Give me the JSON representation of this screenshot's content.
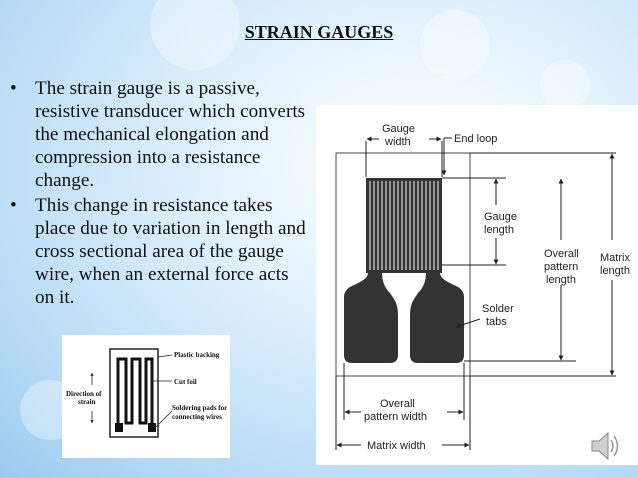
{
  "slide": {
    "title": "STRAIN GAUGES",
    "bullets": [
      "The strain gauge is a passive, resistive transducer which converts the mechanical elongation and compression into a resistance change.",
      "This change in resistance takes place due to variation in length and cross sectional area of the gauge wire, when an external force acts on it."
    ],
    "bullet_glyph": "•"
  },
  "main_figure": {
    "labels": {
      "gauge_width_1": "Gauge",
      "gauge_width_2": "width",
      "end_loop": "End loop",
      "gauge_length_1": "Gauge",
      "gauge_length_2": "length",
      "overall_pattern_length_1": "Overall",
      "overall_pattern_length_2": "pattern",
      "overall_pattern_length_3": "length",
      "matrix_length_1": "Matrix",
      "matrix_length_2": "length",
      "solder_tabs_1": "Solder",
      "solder_tabs_2": "tabs",
      "overall_pattern_width_1": "Overall",
      "overall_pattern_width_2": "pattern width",
      "matrix_width": "Matrix width"
    }
  },
  "small_figure": {
    "labels": {
      "plastic_backing": "Plastic backing",
      "cut_foil": "Cut foil",
      "soldering_pads_1": "Soldering pads for",
      "soldering_pads_2": "connecting wires",
      "direction_1": "Direction of",
      "direction_2": "strain"
    }
  },
  "icons": {
    "audio": "speaker-icon"
  },
  "colors": {
    "background": "#c8e4f8",
    "gauge": "#333333"
  }
}
